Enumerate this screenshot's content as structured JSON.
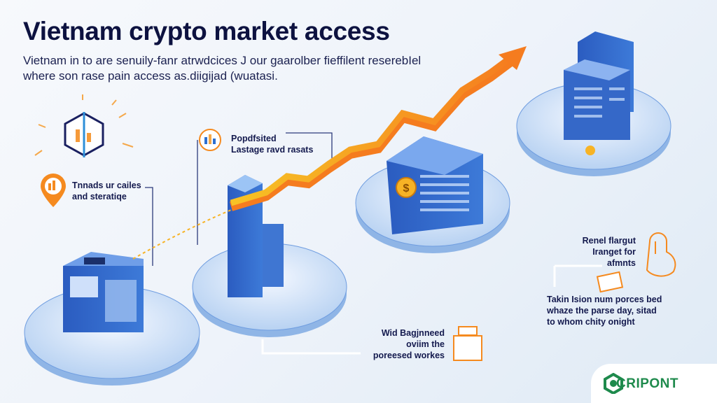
{
  "header": {
    "title": "Vietnam crypto market access",
    "subtitle_line1": "Vietnam in to are senuily-fanr atrwdcices J our gaarolber fieffilent reserebIel",
    "subtitle_line2": "where son rase pain access as.diigijad (wuatasi."
  },
  "callouts": {
    "trends": [
      "Tnnads ur cailes",
      "and steratiqe"
    ],
    "popdfsited": [
      "Popdfsited",
      "Lastage ravd rasats"
    ],
    "renel": [
      "Renel flargut",
      "Iranget for",
      "afmnts"
    ],
    "takin": [
      "Takin Ision num porces bed",
      "whaze the parse day, sitad",
      "to whom chity onight"
    ],
    "wid": [
      "Wid Bagjnneed",
      "oviim the",
      "poreesed workes"
    ]
  },
  "brand": {
    "name": "CRIPONT",
    "color": "#1e8a4c"
  },
  "colors": {
    "accent_orange": "#f57c1f",
    "accent_yellow": "#f7c325",
    "building_blue": "#2f62c4",
    "title_navy": "#0d1240"
  }
}
